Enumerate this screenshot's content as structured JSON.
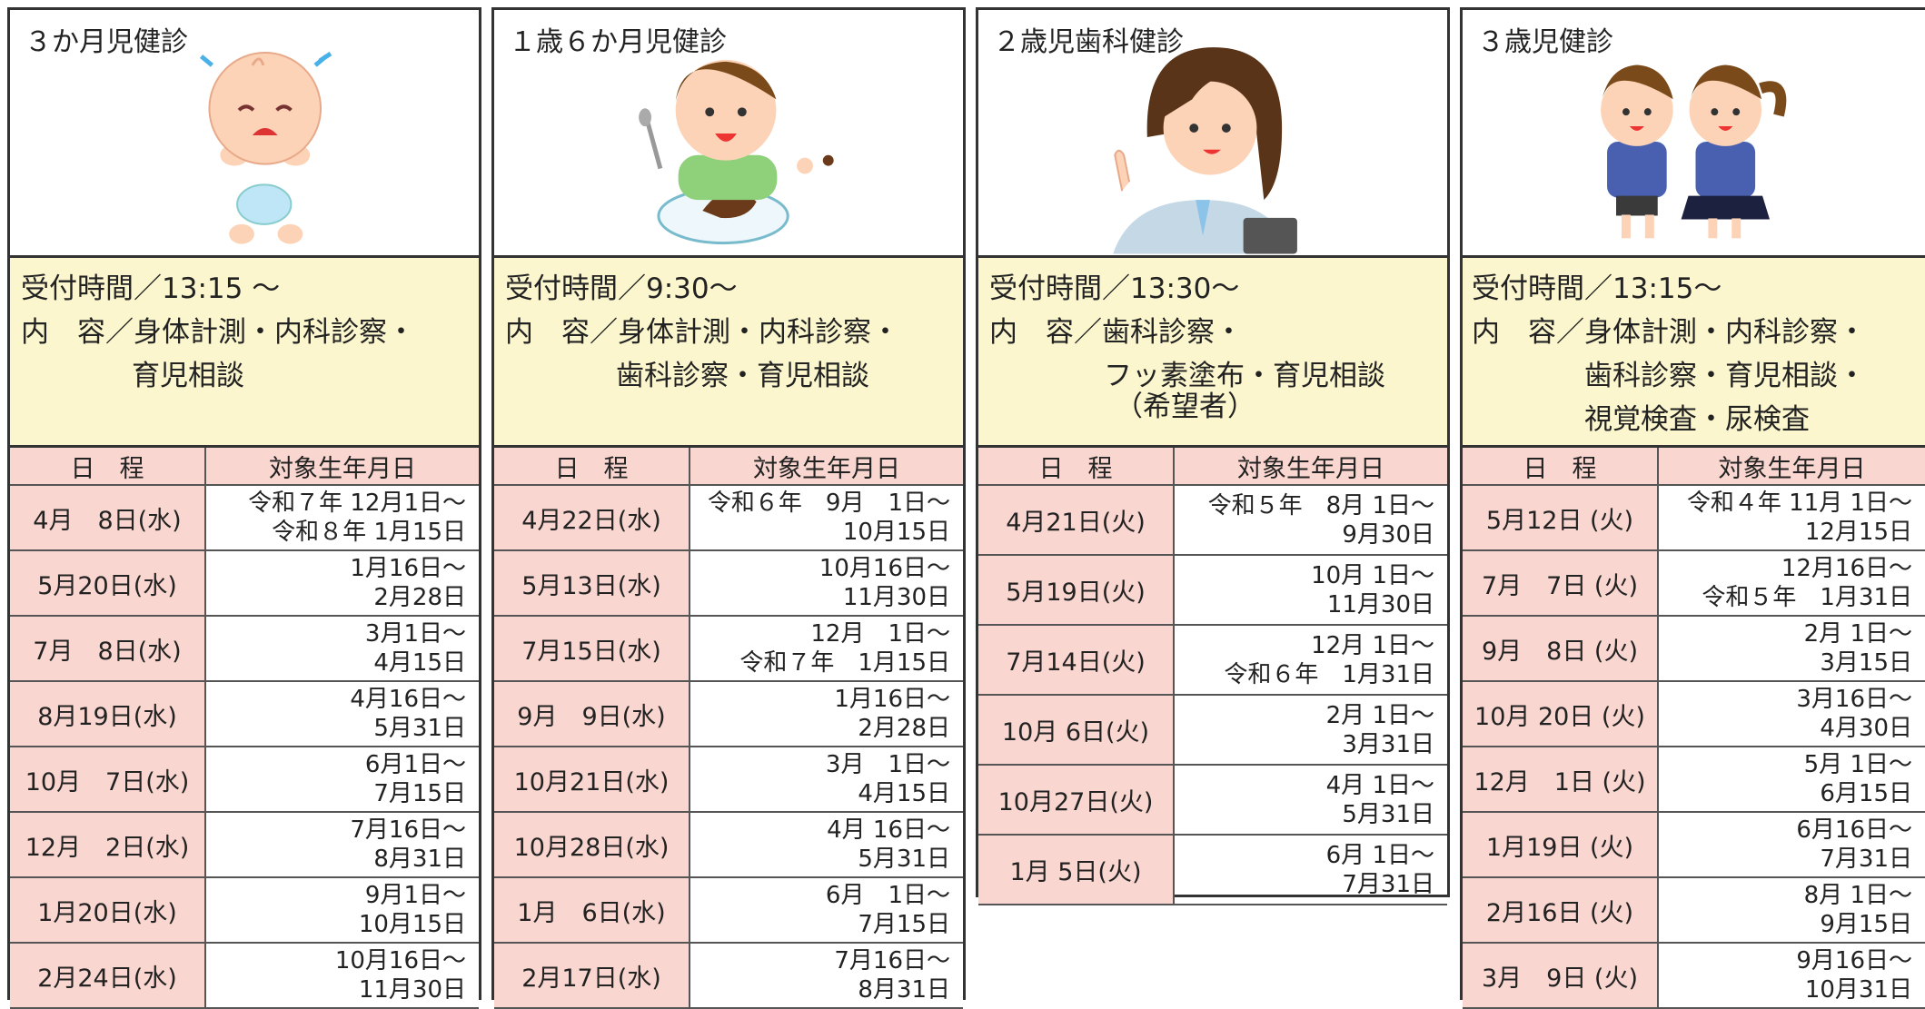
{
  "header_date": "日　程",
  "header_birth": "対象生年月日",
  "panels": [
    {
      "title": "３か月児健診",
      "reception": "受付時間／13:15 ～",
      "content_lines": [
        "内　容／身体計測・内科診察・",
        "育児相談"
      ],
      "rows": [
        {
          "date": "4月　8日(水)",
          "l1": "令和７年 12月1日～",
          "l2": "令和８年 1月15日"
        },
        {
          "date": "5月20日(水)",
          "l1": "1月16日～",
          "l2": "2月28日"
        },
        {
          "date": "7月　8日(水)",
          "l1": "3月1日～",
          "l2": "4月15日"
        },
        {
          "date": "8月19日(水)",
          "l1": "4月16日～",
          "l2": "5月31日"
        },
        {
          "date": "10月　7日(水)",
          "l1": "6月1日～",
          "l2": "7月15日"
        },
        {
          "date": "12月　2日(水)",
          "l1": "7月16日～",
          "l2": "8月31日"
        },
        {
          "date": "1月20日(水)",
          "l1": "9月1日～",
          "l2": "10月15日"
        },
        {
          "date": "2月24日(水)",
          "l1": "10月16日～",
          "l2": "11月30日"
        }
      ]
    },
    {
      "title": "１歳６か月児健診",
      "reception": "受付時間／9:30～",
      "content_lines": [
        "内　容／身体計測・内科診察・",
        "歯科診察・育児相談"
      ],
      "rows": [
        {
          "date": "4月22日(水)",
          "l1": "令和６年　9月　1日～",
          "l2": "10月15日"
        },
        {
          "date": "5月13日(水)",
          "l1": "10月16日～",
          "l2": "11月30日"
        },
        {
          "date": "7月15日(水)",
          "l1": "12月　1日～",
          "l2": "令和７年　1月15日"
        },
        {
          "date": "9月　9日(水)",
          "l1": "1月16日～",
          "l2": "2月28日"
        },
        {
          "date": "10月21日(水)",
          "l1": "3月　1日～",
          "l2": "4月15日"
        },
        {
          "date": "10月28日(水)",
          "l1": "4月 16日～",
          "l2": "5月31日"
        },
        {
          "date": "1月　6日(水)",
          "l1": "6月　1日～",
          "l2": "7月15日"
        },
        {
          "date": "2月17日(水)",
          "l1": "7月16日～",
          "l2": "8月31日"
        }
      ]
    },
    {
      "title": "２歳児歯科健診",
      "reception": "受付時間／13:30～",
      "content_lines": [
        "内　容／歯科診察・",
        "フッ素塗布・育児相談",
        "（希望者）"
      ],
      "rows": [
        {
          "date": "4月21日(火)",
          "l1": "令和５年　8月 1日～",
          "l2": "9月30日"
        },
        {
          "date": "5月19日(火)",
          "l1": "10月 1日～",
          "l2": "11月30日"
        },
        {
          "date": "7月14日(火)",
          "l1": "12月 1日～",
          "l2": "令和６年　1月31日"
        },
        {
          "date": "10月 6日(火)",
          "l1": "2月 1日～",
          "l2": "3月31日"
        },
        {
          "date": "10月27日(火)",
          "l1": "4月 1日～",
          "l2": "5月31日"
        },
        {
          "date": "1月 5日(火)",
          "l1": "6月 1日～",
          "l2": "7月31日"
        }
      ]
    },
    {
      "title": "３歳児健診",
      "reception": "受付時間／13:15～",
      "content_lines": [
        "内　容／身体計測・内科診察・",
        "歯科診察・育児相談・",
        "視覚検査・尿検査"
      ],
      "rows": [
        {
          "date": "5月12日 (火)",
          "l1": "令和４年 11月 1日～",
          "l2": "12月15日"
        },
        {
          "date": "7月　7日 (火)",
          "l1": "12月16日～",
          "l2": "令和５年　1月31日"
        },
        {
          "date": "9月　8日 (火)",
          "l1": "2月 1日～",
          "l2": "3月15日"
        },
        {
          "date": "10月 20日 (火)",
          "l1": "3月16日～",
          "l2": "4月30日"
        },
        {
          "date": "12月　1日 (火)",
          "l1": "5月 1日～",
          "l2": "6月15日"
        },
        {
          "date": "1月19日 (火)",
          "l1": "6月16日～",
          "l2": "7月31日"
        },
        {
          "date": "2月16日 (火)",
          "l1": "8月 1日～",
          "l2": "9月15日"
        },
        {
          "date": "3月　9日 (火)",
          "l1": "9月16日～",
          "l2": "10月31日"
        }
      ]
    }
  ]
}
